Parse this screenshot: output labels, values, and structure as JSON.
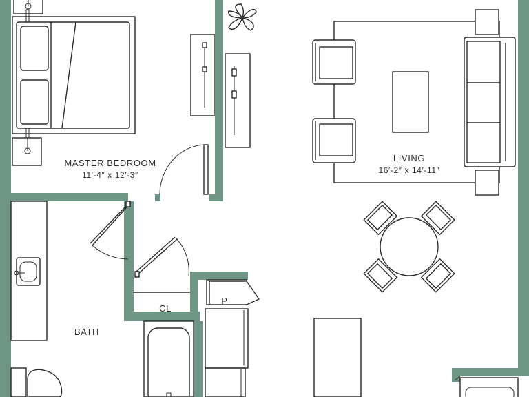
{
  "plan": {
    "wall_color": "#6f9585",
    "line_color": "#2b2b2b",
    "rooms": {
      "master_bedroom": {
        "name": "MASTER BEDROOM",
        "dims": "11′-4″ x 12′-3″"
      },
      "living": {
        "name": "LIVING",
        "dims": "16′-2″ x 14′-11″"
      },
      "bath": {
        "name": "BATH"
      },
      "closet": {
        "name": "CL"
      },
      "pantry": {
        "name": "P"
      }
    },
    "icons": [
      "bed-icon",
      "nightstand-icon",
      "dresser-icon",
      "plant-icon",
      "sofa-icon",
      "armchair-icon",
      "coffee-table-icon",
      "end-table-icon",
      "dining-table-icon",
      "dining-chair-icon",
      "sink-icon",
      "toilet-icon",
      "bathtub-icon",
      "door-swing-icon",
      "kitchen-counter-icon"
    ]
  }
}
